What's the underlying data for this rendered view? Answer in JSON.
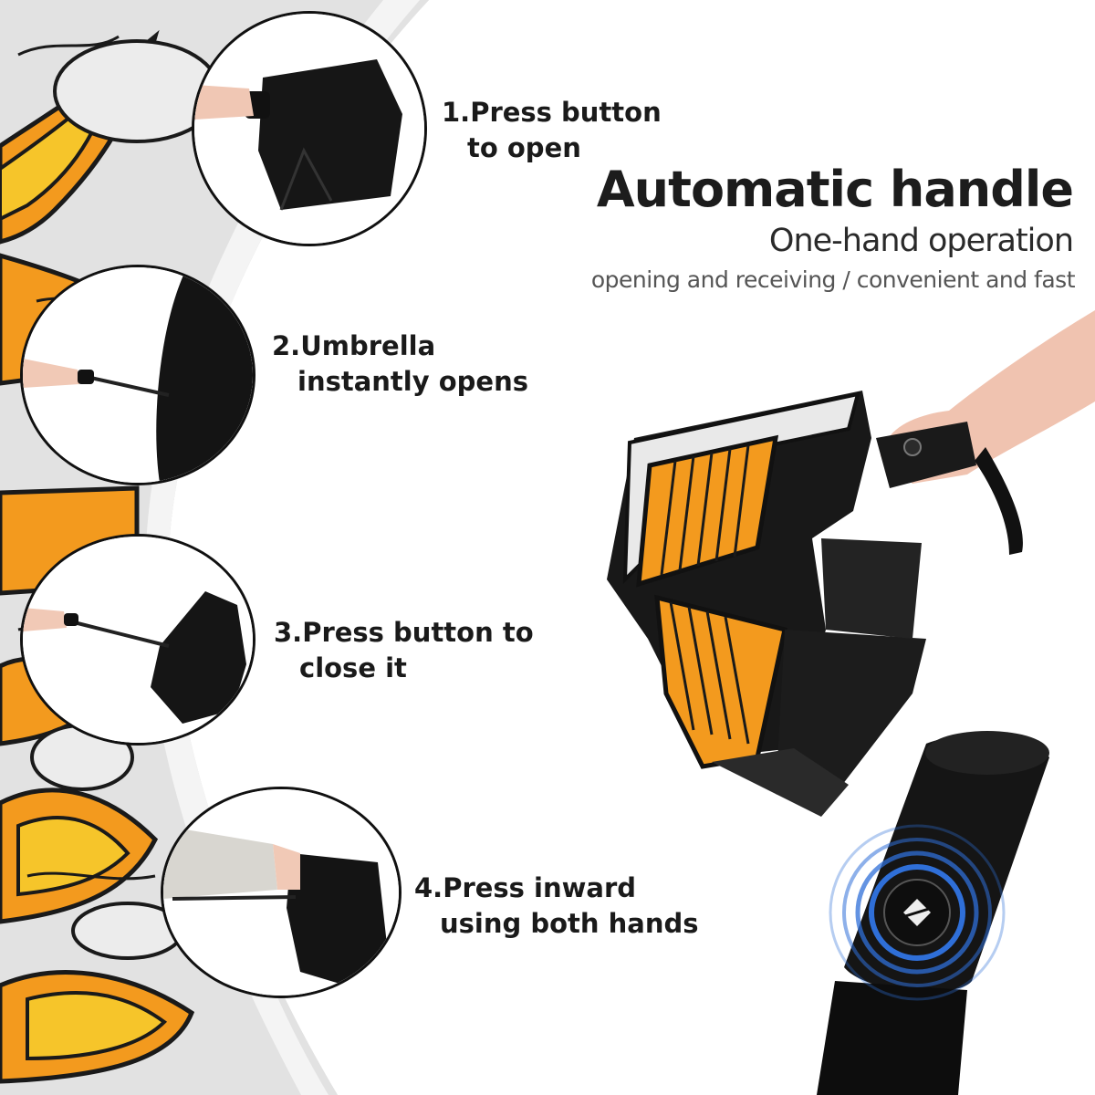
{
  "headline": "Automatic  handle",
  "subhead": "One-hand operation",
  "tagline": "opening and receiving  / convenient and fast",
  "steps": [
    {
      "line1": "1.Press button",
      "line2": "to open"
    },
    {
      "line1": "2.Umbrella",
      "line2": "instantly opens"
    },
    {
      "line1": "3.Press button to",
      "line2": "close it"
    },
    {
      "line1": "4.Press inward",
      "line2": "using both hands"
    }
  ],
  "colors": {
    "accent_orange": "#f39a1e",
    "flame_yellow": "#f6c52a",
    "canopy_black": "#141414",
    "button_ring_blue": "#2f6fd8"
  }
}
